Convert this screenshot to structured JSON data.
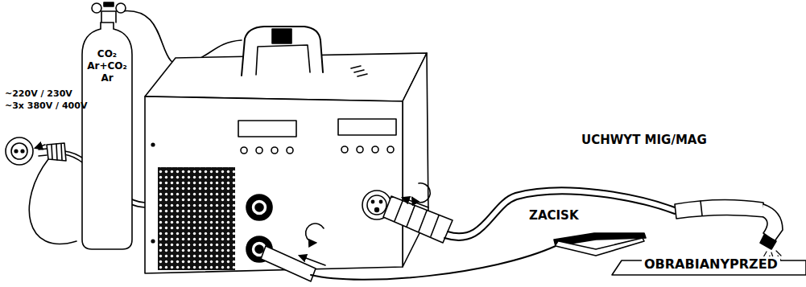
{
  "diagram": {
    "nodes": [
      {
        "text": [
          "CO₂",
          "Ar+CO₂",
          "Ar"
        ]
      }
    ],
    "labels": [
      "~220V / 230V",
      "~3x 380V / 400V",
      "UCHWYT MIG/MAG",
      "ZACISK",
      "OBRABIANYPRZED"
    ]
  }
}
